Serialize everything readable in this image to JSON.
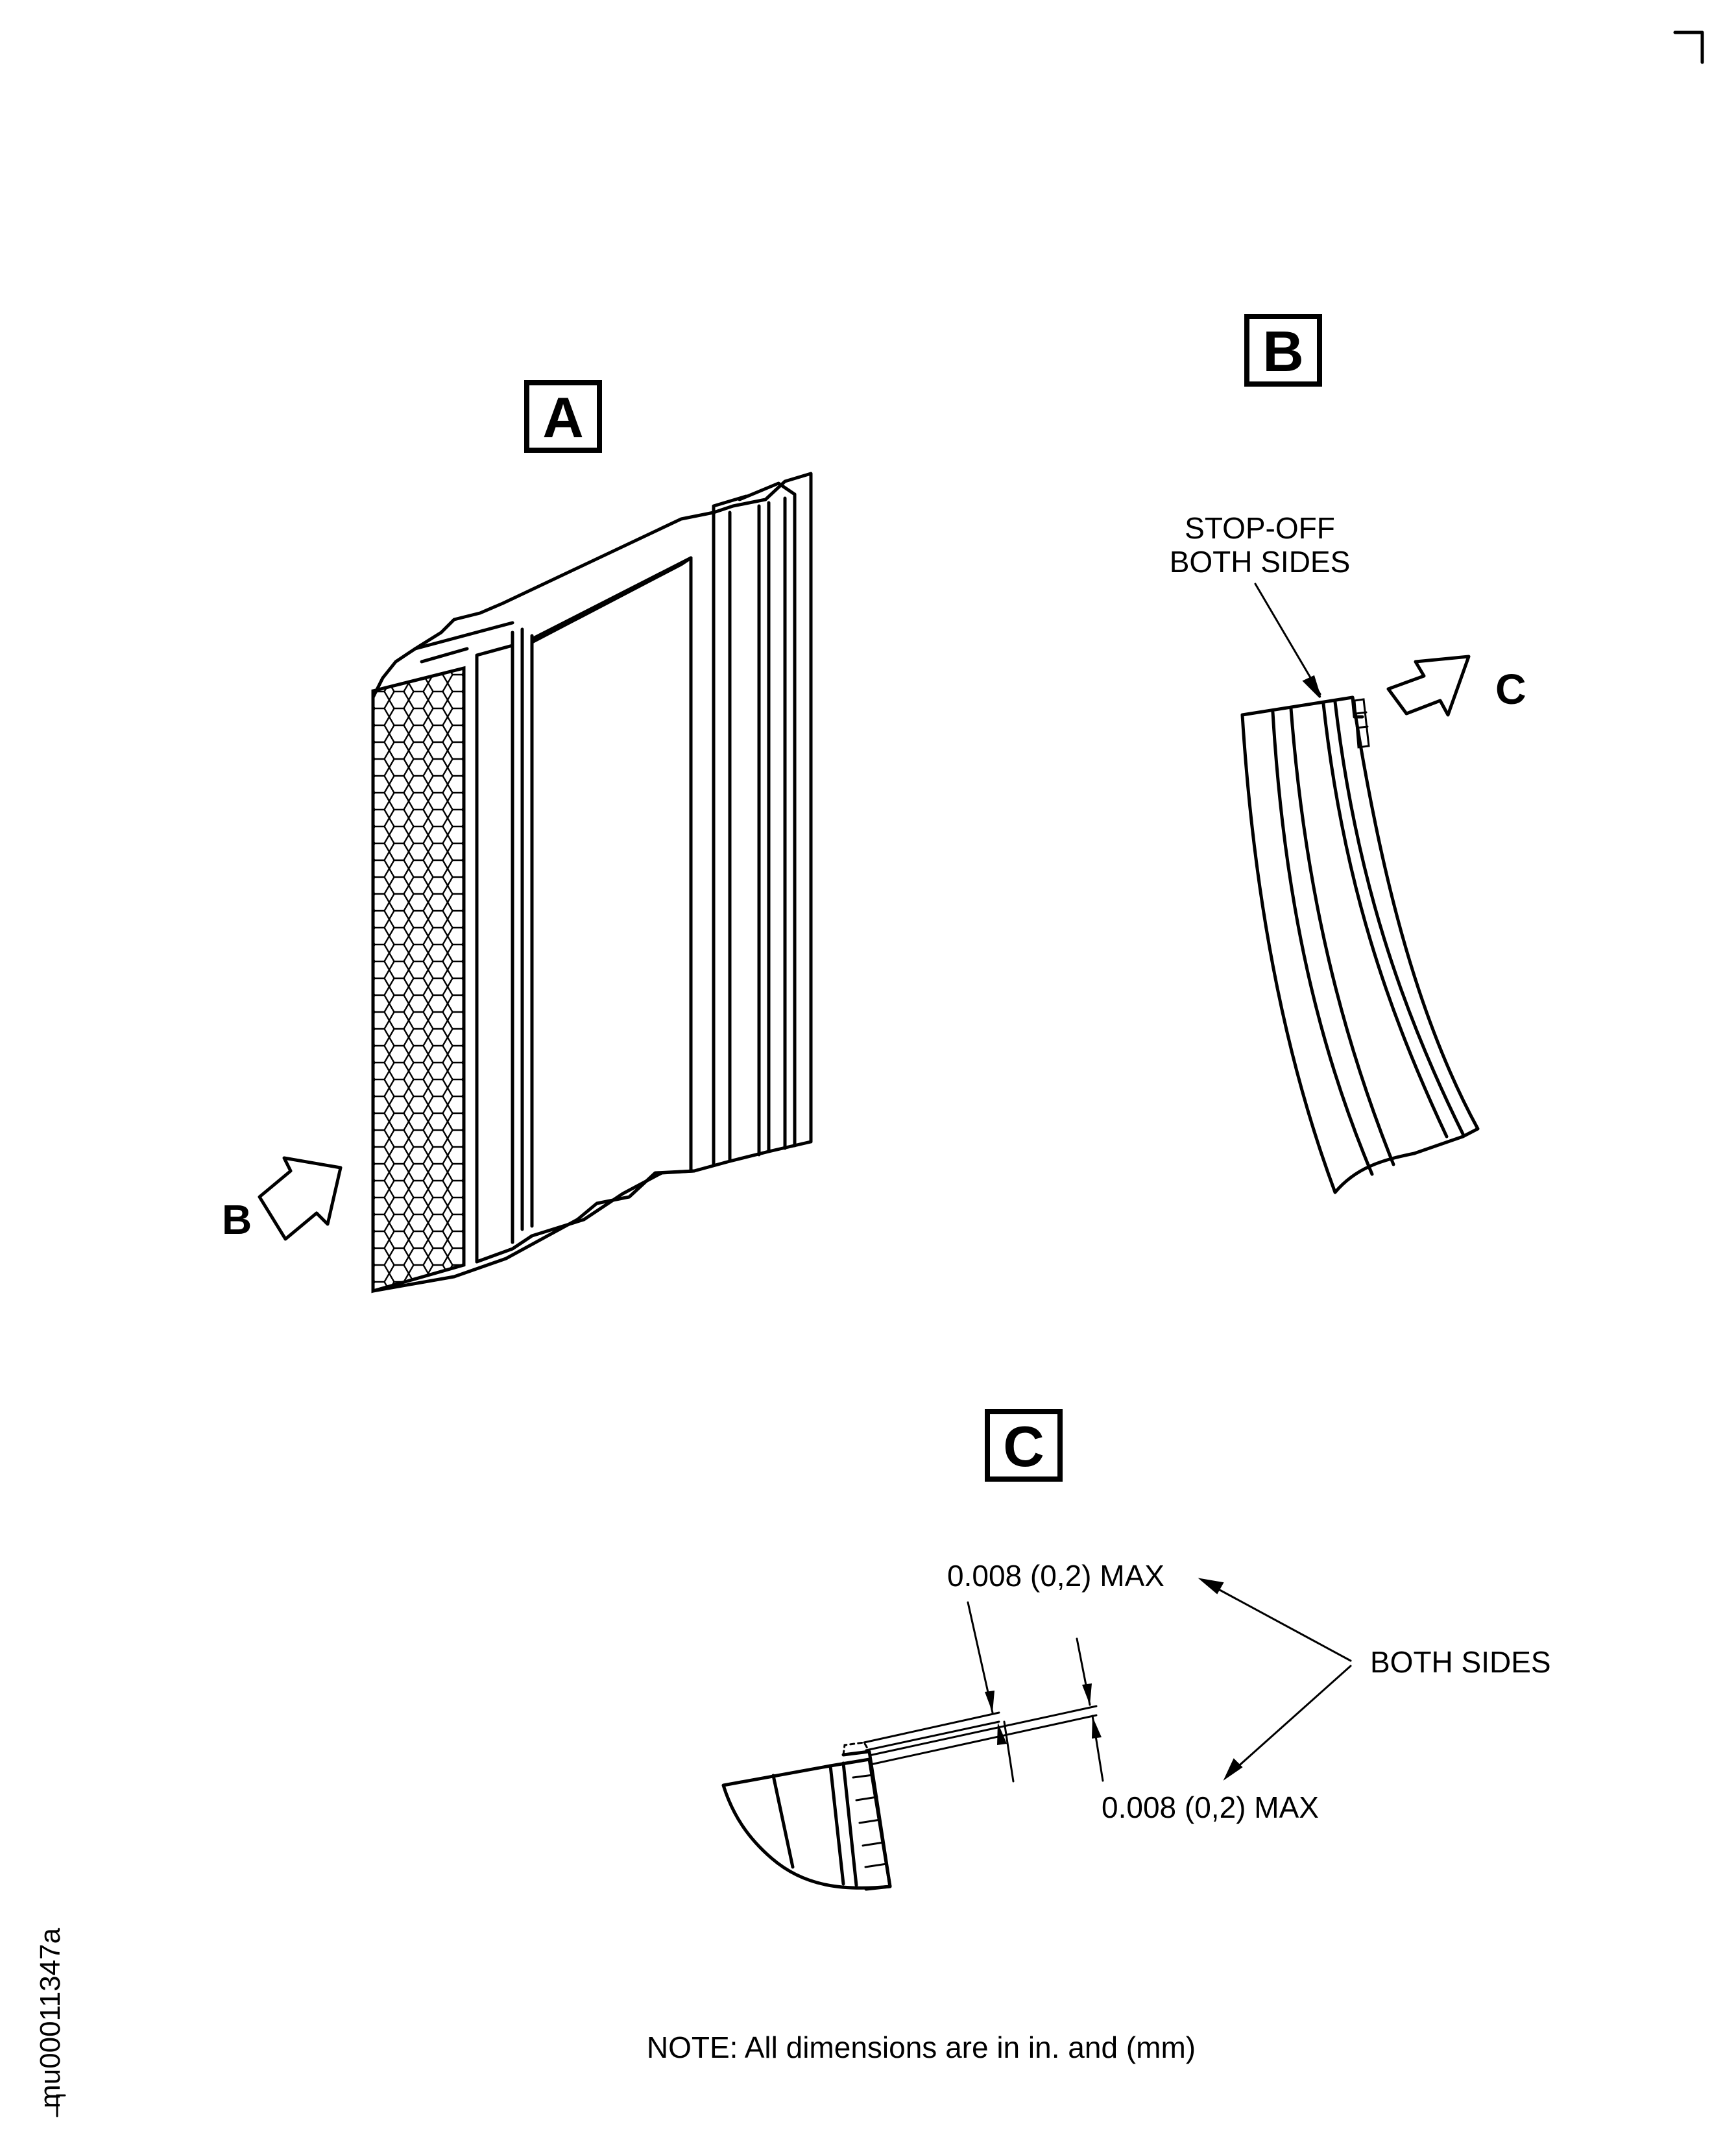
{
  "views": {
    "a": {
      "label": "A",
      "arrow_label": "B"
    },
    "b": {
      "label": "B",
      "callout_line1": "STOP-OFF",
      "callout_line2": "BOTH SIDES",
      "arrow_label": "C"
    },
    "c": {
      "label": "C",
      "dim_top": "0.008 (0,2) MAX",
      "dim_bottom": "0.008 (0,2) MAX",
      "callout": "BOTH SIDES"
    }
  },
  "note": "NOTE:  All dimensions are in in. and (mm)",
  "figure_code": "mu00011347a"
}
